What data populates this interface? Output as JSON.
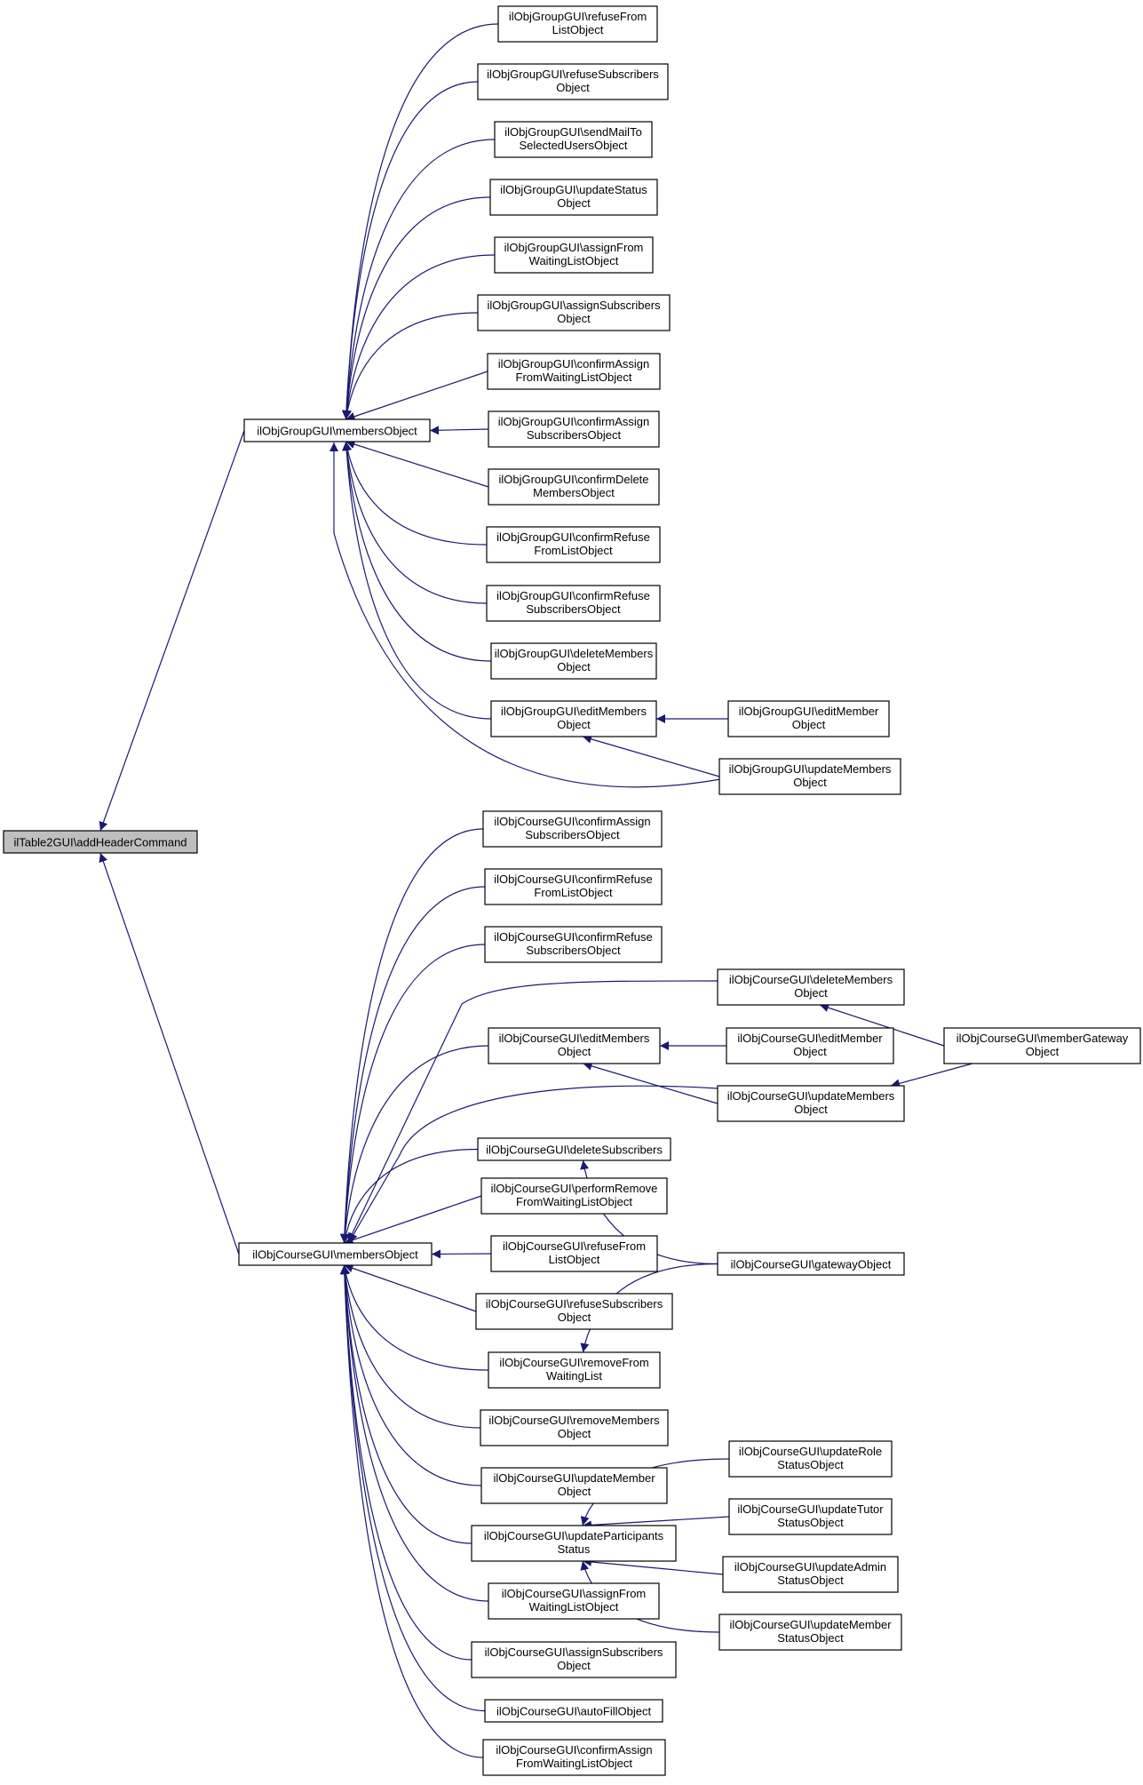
{
  "colors": {
    "edge": "#191970",
    "node_border": "#000000",
    "node_fill": "#ffffff",
    "root_fill": "#bfbfbf"
  },
  "nodes": {
    "root": [
      "ilTable2GUI\\addHeaderCommand"
    ],
    "g_members": [
      "ilObjGroupGUI\\membersObject"
    ],
    "c_members": [
      "ilObjCourseGUI\\membersObject"
    ],
    "g1": [
      "ilObjGroupGUI\\refuseFrom",
      "ListObject"
    ],
    "g2": [
      "ilObjGroupGUI\\refuseSubscribers",
      "Object"
    ],
    "g3": [
      "ilObjGroupGUI\\sendMailTo",
      "SelectedUsersObject"
    ],
    "g4": [
      "ilObjGroupGUI\\updateStatus",
      "Object"
    ],
    "g5": [
      "ilObjGroupGUI\\assignFrom",
      "WaitingListObject"
    ],
    "g6": [
      "ilObjGroupGUI\\assignSubscribers",
      "Object"
    ],
    "g7": [
      "ilObjGroupGUI\\confirmAssign",
      "FromWaitingListObject"
    ],
    "g8": [
      "ilObjGroupGUI\\confirmAssign",
      "SubscribersObject"
    ],
    "g9": [
      "ilObjGroupGUI\\confirmDelete",
      "MembersObject"
    ],
    "g10": [
      "ilObjGroupGUI\\confirmRefuse",
      "FromListObject"
    ],
    "g11": [
      "ilObjGroupGUI\\confirmRefuse",
      "SubscribersObject"
    ],
    "g12": [
      "ilObjGroupGUI\\deleteMembers",
      "Object"
    ],
    "g13": [
      "ilObjGroupGUI\\editMembers",
      "Object"
    ],
    "g14": [
      "ilObjGroupGUI\\editMember",
      "Object"
    ],
    "g15": [
      "ilObjGroupGUI\\updateMembers",
      "Object"
    ],
    "c1": [
      "ilObjCourseGUI\\confirmAssign",
      "SubscribersObject"
    ],
    "c2": [
      "ilObjCourseGUI\\confirmRefuse",
      "FromListObject"
    ],
    "c3": [
      "ilObjCourseGUI\\confirmRefuse",
      "SubscribersObject"
    ],
    "c4": [
      "ilObjCourseGUI\\deleteMembers",
      "Object"
    ],
    "c5": [
      "ilObjCourseGUI\\editMembers",
      "Object"
    ],
    "c6": [
      "ilObjCourseGUI\\editMember",
      "Object"
    ],
    "c7": [
      "ilObjCourseGUI\\memberGateway",
      "Object"
    ],
    "c8": [
      "ilObjCourseGUI\\updateMembers",
      "Object"
    ],
    "c9": [
      "ilObjCourseGUI\\deleteSubscribers"
    ],
    "c10": [
      "ilObjCourseGUI\\performRemove",
      "FromWaitingListObject"
    ],
    "c11": [
      "ilObjCourseGUI\\refuseFrom",
      "ListObject"
    ],
    "c12": [
      "ilObjCourseGUI\\gatewayObject"
    ],
    "c13": [
      "ilObjCourseGUI\\refuseSubscribers",
      "Object"
    ],
    "c14": [
      "ilObjCourseGUI\\removeFrom",
      "WaitingList"
    ],
    "c15": [
      "ilObjCourseGUI\\removeMembers",
      "Object"
    ],
    "c16": [
      "ilObjCourseGUI\\updateMember",
      "Object"
    ],
    "c17": [
      "ilObjCourseGUI\\updateRole",
      "StatusObject"
    ],
    "c18": [
      "ilObjCourseGUI\\updateTutor",
      "StatusObject"
    ],
    "c19": [
      "ilObjCourseGUI\\updateParticipants",
      "Status"
    ],
    "c20": [
      "ilObjCourseGUI\\updateAdmin",
      "StatusObject"
    ],
    "c21": [
      "ilObjCourseGUI\\updateMember",
      "StatusObject"
    ],
    "c22": [
      "ilObjCourseGUI\\assignFrom",
      "WaitingListObject"
    ],
    "c23": [
      "ilObjCourseGUI\\assignSubscribers",
      "Object"
    ],
    "c24": [
      "ilObjCourseGUI\\autoFillObject"
    ],
    "c25": [
      "ilObjCourseGUI\\confirmAssign",
      "FromWaitingListObject"
    ]
  },
  "edges": [
    [
      "g_members",
      "root"
    ],
    [
      "c_members",
      "root"
    ],
    [
      "g1",
      "g_members"
    ],
    [
      "g2",
      "g_members"
    ],
    [
      "g3",
      "g_members"
    ],
    [
      "g4",
      "g_members"
    ],
    [
      "g5",
      "g_members"
    ],
    [
      "g6",
      "g_members"
    ],
    [
      "g7",
      "g_members"
    ],
    [
      "g8",
      "g_members"
    ],
    [
      "g9",
      "g_members"
    ],
    [
      "g10",
      "g_members"
    ],
    [
      "g11",
      "g_members"
    ],
    [
      "g12",
      "g_members"
    ],
    [
      "g13",
      "g_members"
    ],
    [
      "g15",
      "g_members"
    ],
    [
      "g14",
      "g13"
    ],
    [
      "g15",
      "g13"
    ],
    [
      "c1",
      "c_members"
    ],
    [
      "c2",
      "c_members"
    ],
    [
      "c3",
      "c_members"
    ],
    [
      "c4",
      "c_members"
    ],
    [
      "c5",
      "c_members"
    ],
    [
      "c8",
      "c_members"
    ],
    [
      "c9",
      "c_members"
    ],
    [
      "c10",
      "c_members"
    ],
    [
      "c11",
      "c_members"
    ],
    [
      "c13",
      "c_members"
    ],
    [
      "c14",
      "c_members"
    ],
    [
      "c15",
      "c_members"
    ],
    [
      "c16",
      "c_members"
    ],
    [
      "c19",
      "c_members"
    ],
    [
      "c22",
      "c_members"
    ],
    [
      "c23",
      "c_members"
    ],
    [
      "c24",
      "c_members"
    ],
    [
      "c25",
      "c_members"
    ],
    [
      "c7",
      "c4"
    ],
    [
      "c6",
      "c5"
    ],
    [
      "c8",
      "c5"
    ],
    [
      "c7",
      "c8"
    ],
    [
      "c12",
      "c9"
    ],
    [
      "c12",
      "c14"
    ],
    [
      "c17",
      "c19"
    ],
    [
      "c18",
      "c19"
    ],
    [
      "c20",
      "c19"
    ],
    [
      "c21",
      "c19"
    ]
  ]
}
